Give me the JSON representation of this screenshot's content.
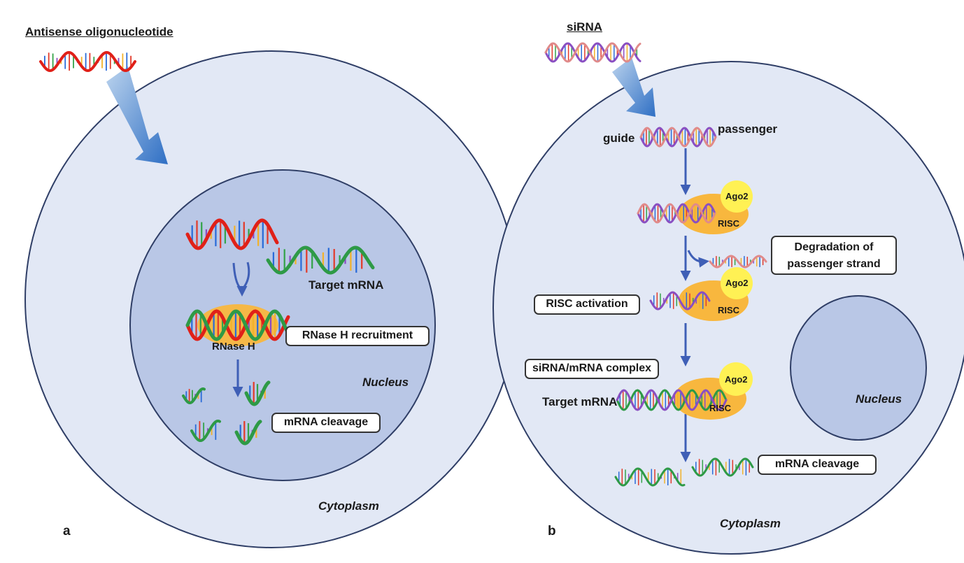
{
  "panel_a": {
    "title": "Antisense oligonucleotide",
    "letter": "a",
    "target_mrna": "Target mRNA",
    "rnase_h": "RNase H",
    "rnase_h_recruitment": "RNase H recruitment",
    "nucleus": "Nucleus",
    "mrna_cleavage": "mRNA cleavage",
    "cytoplasm": "Cytoplasm"
  },
  "panel_b": {
    "title": "siRNA",
    "letter": "b",
    "guide": "guide",
    "passenger": "passenger",
    "ago2": "Ago2",
    "risc": "RISC",
    "degradation_line1": "Degradation of",
    "degradation_line2": "passenger strand",
    "risc_activation": "RISC activation",
    "complex": "siRNA/mRNA complex",
    "target_mrna": "Target mRNA",
    "nucleus": "Nucleus",
    "mrna_cleavage": "mRNA cleavage",
    "cytoplasm": "Cytoplasm"
  },
  "colors": {
    "cell": "#e2e8f5",
    "nucleus": "#b9c7e6",
    "outline": "#2f3e66",
    "arrow": "#3f5fb6",
    "aso_strand": "#e02018",
    "mrna_strand": "#2e9a46",
    "sirna_strand": "#8a4fc2",
    "sirna_strand_2": "#e08a8a",
    "enzyme": "#f8b73e",
    "ago2": "#fff154"
  }
}
